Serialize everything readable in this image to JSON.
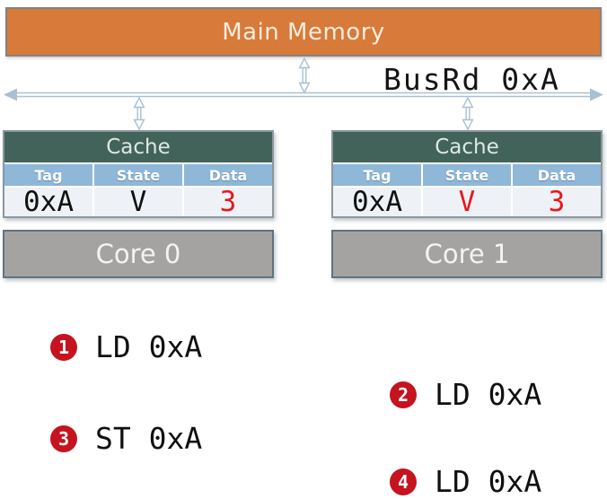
{
  "memory": {
    "label": "Main Memory"
  },
  "bus": {
    "label": "BusRd 0xA"
  },
  "caches": [
    {
      "title": "Cache",
      "columns": [
        "Tag",
        "State",
        "Data"
      ],
      "values": [
        {
          "text": "0xA",
          "variant": "black"
        },
        {
          "text": "V",
          "variant": "black"
        },
        {
          "text": "3",
          "variant": "red"
        }
      ]
    },
    {
      "title": "Cache",
      "columns": [
        "Tag",
        "State",
        "Data"
      ],
      "values": [
        {
          "text": "0xA",
          "variant": "black"
        },
        {
          "text": "V",
          "variant": "red"
        },
        {
          "text": "3",
          "variant": "red"
        }
      ]
    }
  ],
  "cores": [
    {
      "label": "Core 0"
    },
    {
      "label": "Core 1"
    }
  ],
  "operations": [
    {
      "num": "1",
      "label": "LD 0xA"
    },
    {
      "num": "2",
      "label": "LD 0xA"
    },
    {
      "num": "3",
      "label": "ST 0xA"
    },
    {
      "num": "4",
      "label": "LD 0xA"
    }
  ],
  "colors": {
    "memory_fill": "#d87a3a",
    "cache_header_fill": "#41635a",
    "table_header_fill": "#8fb7d8",
    "value_red": "#e6191d",
    "badge_red": "#c5131f",
    "core_fill": "#a5a3a2",
    "arrow": "#a9c0d4"
  }
}
